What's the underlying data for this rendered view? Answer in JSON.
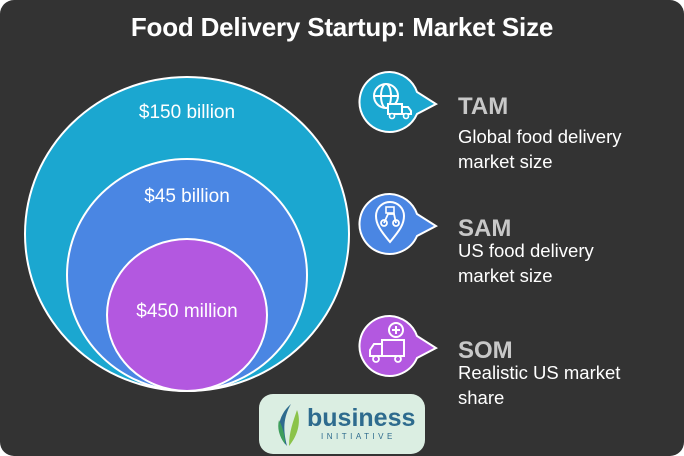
{
  "title": "Food Delivery Startup: Market Size",
  "circles": {
    "tam_value": "$150 billion",
    "sam_value": "$45 billion",
    "som_value": "$450 million"
  },
  "labels": [
    {
      "key": "TAM",
      "description_line1": "Global food delivery",
      "description_line2": "market size",
      "icon": "globe-delivery-truck-icon",
      "color": "#1BA7D0"
    },
    {
      "key": "SAM",
      "description_line1": "US food delivery",
      "description_line2": "market size",
      "icon": "location-pin-scooter-icon",
      "color": "#4A86E3"
    },
    {
      "key": "SOM",
      "description_line1": "Realistic US market",
      "description_line2": "share",
      "icon": "delivery-truck-plus-icon",
      "color": "#B358E0"
    }
  ],
  "logo": {
    "word": "business",
    "sub": "INITIATIVE"
  }
}
